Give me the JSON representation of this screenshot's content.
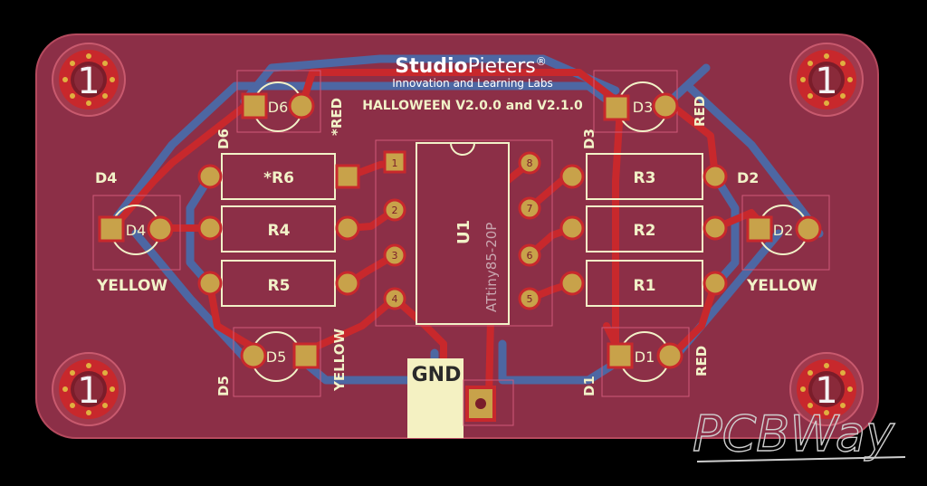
{
  "board": {
    "brand_bold": "Studio",
    "brand_regular": "Pieters",
    "brand_mark": "®",
    "tagline": "Innovation and Learning Labs",
    "title": "HALLOWEEN V2.0.0 and V2.1.0",
    "mount_hole_label": "1",
    "ic_ref": "U1",
    "ic_part": "ATtiny85-20P",
    "gnd_label": "GND",
    "watermark": "PCBWay"
  },
  "components": {
    "D6": {
      "ref": "D6",
      "color": "*RED",
      "pad_ref": "D6"
    },
    "D3": {
      "ref": "D3",
      "color": "RED",
      "pad_ref": "D3"
    },
    "D4": {
      "ref": "D4",
      "color": "YELLOW",
      "pad_ref": "D4"
    },
    "D2": {
      "ref": "D2",
      "color": "YELLOW",
      "pad_ref": "D2"
    },
    "D5": {
      "ref": "D5",
      "color": "YELLOW",
      "pad_ref": "D5"
    },
    "D1": {
      "ref": "D1",
      "color": "RED",
      "pad_ref": "D1"
    },
    "R6": "*R6",
    "R4": "R4",
    "R5": "R5",
    "R3": "R3",
    "R2": "R2",
    "R1": "R1"
  },
  "ic_pins_left": [
    "1",
    "2",
    "3",
    "4"
  ],
  "ic_pins_right": [
    "8",
    "7",
    "6",
    "5"
  ],
  "colors": {
    "background": "#000000",
    "board": "#8c2f47",
    "copper_bottom": "#4a6aa8",
    "copper_top": "#c8282c",
    "silkscreen": "#f2f2c8",
    "pad": "#c8a24a"
  }
}
